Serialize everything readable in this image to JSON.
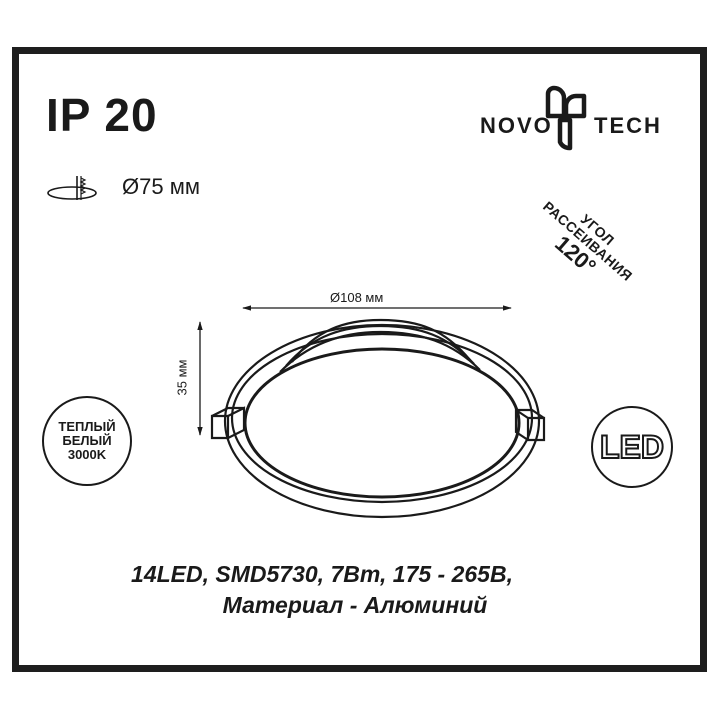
{
  "protection": {
    "rating": "IP 20"
  },
  "cutout": {
    "icon": "ceiling-cutout-icon",
    "label": "Ø75 мм"
  },
  "brand": {
    "name_left": "NOVO",
    "name_right": "TECH",
    "logo_icon": "novotech-logo-icon"
  },
  "beam_angle": {
    "line1": "УГОЛ",
    "line2": "РАССЕИВАНИЯ",
    "value": "120°"
  },
  "dimensions": {
    "diameter": "Ø108 мм",
    "height": "35 мм"
  },
  "color_temperature": {
    "line1": "ТЕПЛЫЙ",
    "line2": "БЕЛЫЙ",
    "line3": "3000K"
  },
  "light_source": {
    "label": "LED"
  },
  "specs": {
    "line1": "14LED, SMD5730, 7Вт, 175 - 265В,",
    "line2": "Материал - Алюминий"
  },
  "colors": {
    "ink": "#1a1a1a",
    "frame": "#1e1e1e",
    "background": "#ffffff"
  }
}
